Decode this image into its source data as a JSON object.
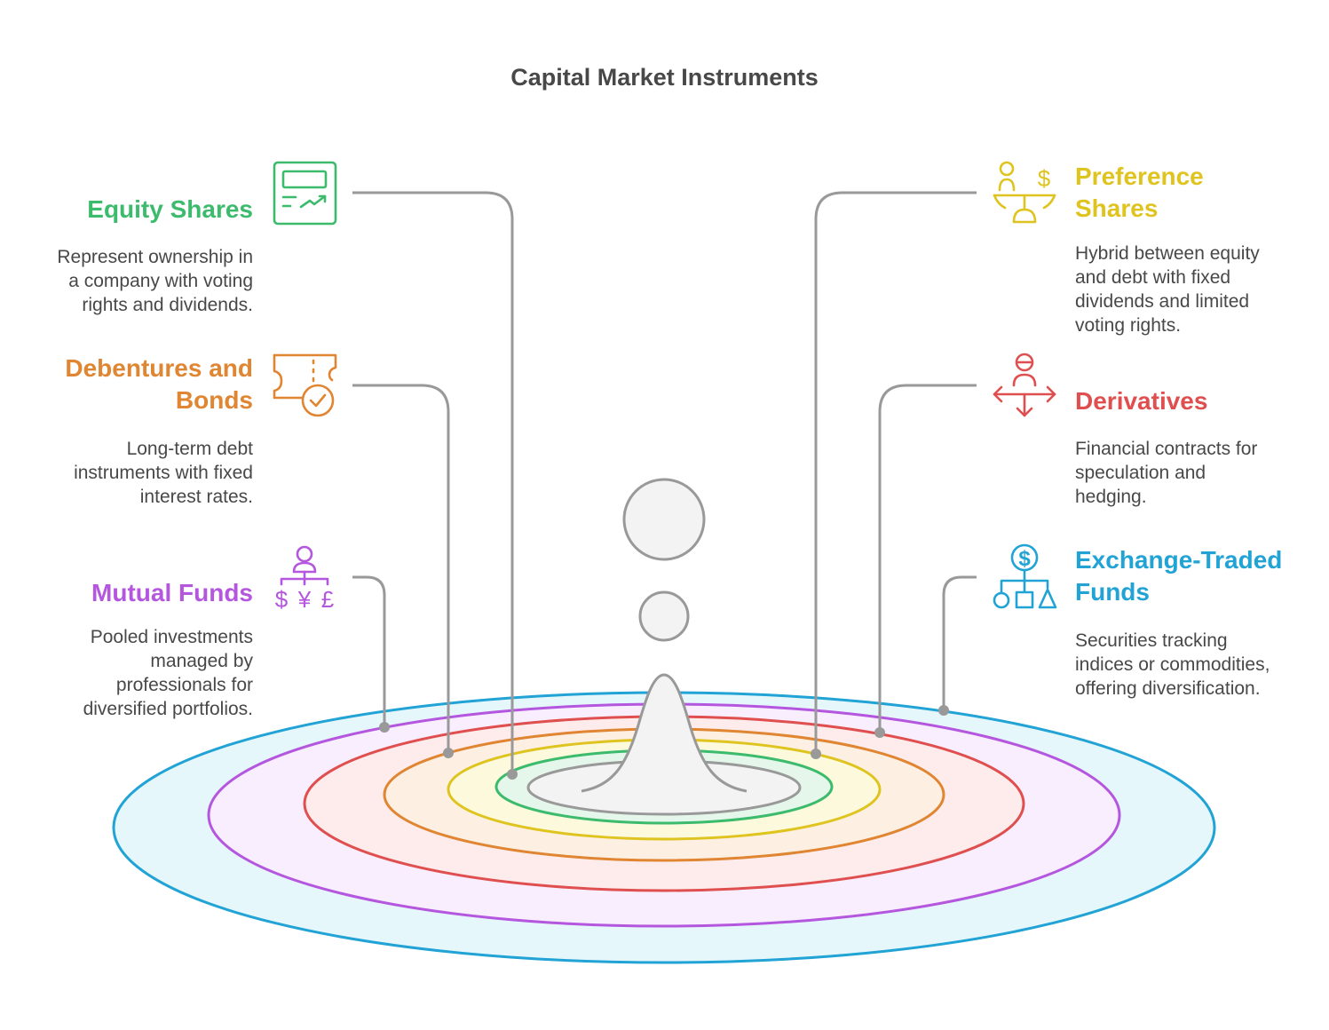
{
  "title": "Capital Market Instruments",
  "colors": {
    "equity": "#3dbb6d",
    "preference": "#dfc41f",
    "debentures": "#e08531",
    "derivatives": "#e04f4f",
    "mutual": "#b457de",
    "etf": "#22a3d5",
    "connector": "#999999",
    "text": "#484848"
  },
  "instruments": {
    "equity": {
      "label_line1": "Equity Shares",
      "desc_line1": "Represent ownership in",
      "desc_line2": "a company with voting",
      "desc_line3": "rights and dividends.",
      "icon": "share-certificate-icon"
    },
    "preference": {
      "label_line1": "Preference",
      "label_line2": "Shares",
      "desc_line1": "Hybrid between equity",
      "desc_line2": "and debt with fixed",
      "desc_line3": "dividends and limited",
      "desc_line4": "voting rights.",
      "icon": "balance-scale-icon"
    },
    "debentures": {
      "label_line1": "Debentures and",
      "label_line2": "Bonds",
      "desc_line1": "Long-term debt",
      "desc_line2": "instruments with fixed",
      "desc_line3": "interest rates.",
      "icon": "ticket-check-icon"
    },
    "derivatives": {
      "label_line1": "Derivatives",
      "desc_line1": "Financial contracts for",
      "desc_line2": "speculation and",
      "desc_line3": "hedging.",
      "icon": "person-arrows-icon"
    },
    "mutual": {
      "label_line1": "Mutual Funds",
      "desc_line1": "Pooled investments",
      "desc_line2": "managed by",
      "desc_line3": "professionals for",
      "desc_line4": "diversified portfolios.",
      "icon": "currency-tree-icon",
      "currency_symbols": [
        "$",
        "¥",
        "£"
      ]
    },
    "etf": {
      "label_line1": "Exchange-Traded",
      "label_line2": "Funds",
      "desc_line1": "Securities tracking",
      "desc_line2": "indices or commodities,",
      "desc_line3": "offering diversification.",
      "icon": "dollar-org-chart-icon",
      "symbol": "$"
    }
  }
}
